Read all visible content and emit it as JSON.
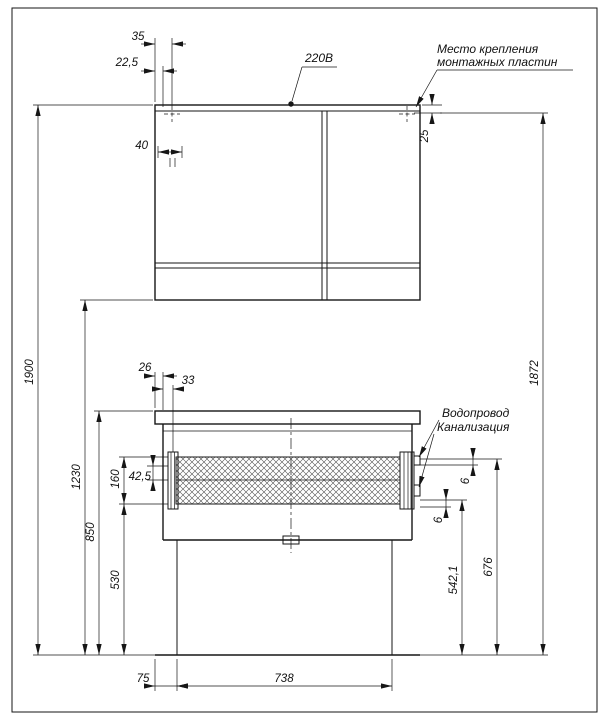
{
  "drawing": {
    "labels": {
      "power": "220В",
      "mounting1": "Место крепления",
      "mounting2": "монтажных пластин",
      "water": "Водопровод",
      "sewer": "Канализация"
    },
    "dims": {
      "w35": "35",
      "w22_5": "22,5",
      "w40": "40",
      "h25": "25",
      "h1900": "1900",
      "h1872": "1872",
      "h1230": "1230",
      "h850": "850",
      "h530": "530",
      "h160": "160",
      "h42_5": "42,5",
      "w26": "26",
      "w33": "33",
      "h6a": "6",
      "h6b": "6",
      "h542_1": "542,1",
      "h676": "676",
      "w75": "75",
      "w738": "738"
    },
    "colors": {
      "line": "#161616",
      "background": "#ffffff"
    }
  }
}
